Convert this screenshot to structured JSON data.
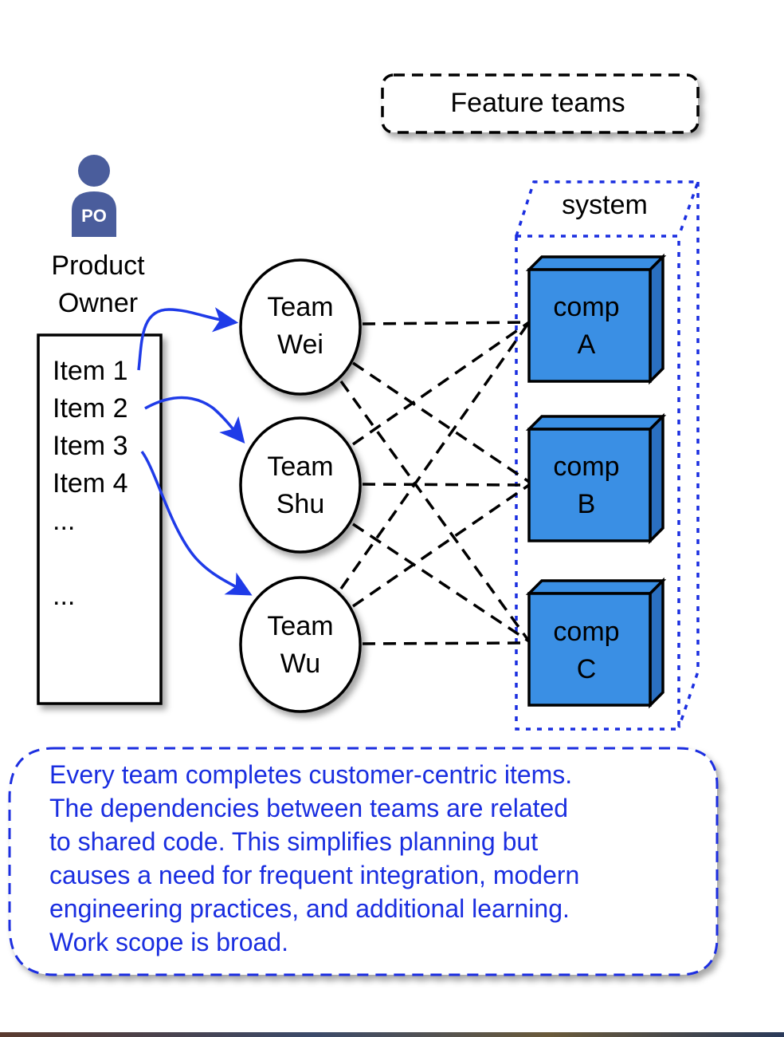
{
  "title": "Feature teams",
  "product_owner": {
    "badge": "PO",
    "label_line1": "Product",
    "label_line2": "Owner"
  },
  "backlog": [
    "Item 1",
    "Item 2",
    "Item 3",
    "Item 4",
    "...",
    "..."
  ],
  "teams": [
    {
      "line1": "Team",
      "line2": "Wei"
    },
    {
      "line1": "Team",
      "line2": "Shu"
    },
    {
      "line1": "Team",
      "line2": "Wu"
    }
  ],
  "system": {
    "label": "system",
    "components": [
      {
        "line1": "comp",
        "line2": "A"
      },
      {
        "line1": "comp",
        "line2": "B"
      },
      {
        "line1": "comp",
        "line2": "C"
      }
    ]
  },
  "note": [
    "Every team completes customer-centric items.",
    "The dependencies between teams are related",
    "to shared code. This simplifies planning but",
    "causes a need for frequent integration, modern",
    "engineering practices, and additional learning.",
    "Work scope is broad."
  ],
  "colors": {
    "arrow": "#1f3be8",
    "component_fill": "#3a8fe4",
    "po_icon": "#4a5d9c",
    "note_text": "#1a2ee0",
    "system_border": "#1a2ee0"
  }
}
